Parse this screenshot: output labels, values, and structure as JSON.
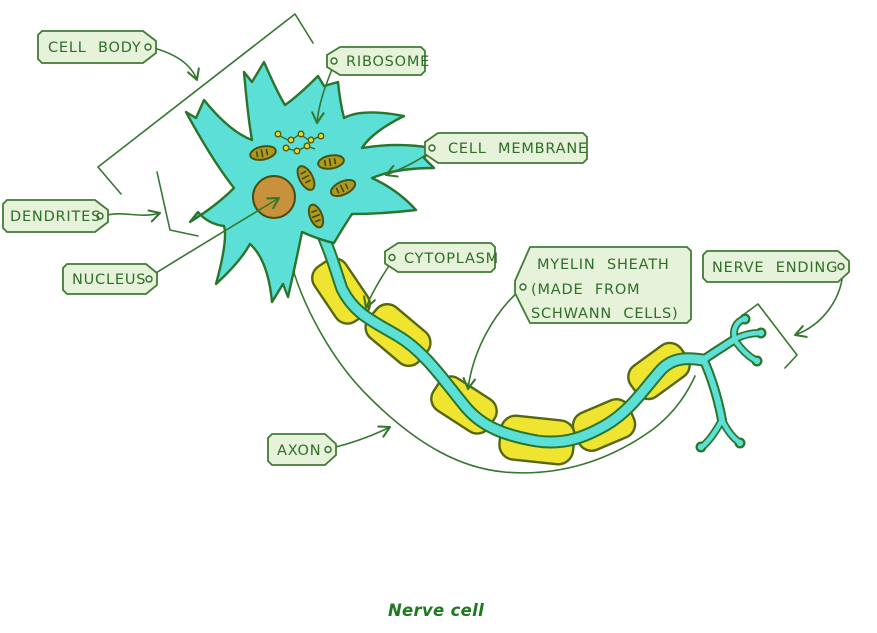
{
  "caption": "Nerve cell",
  "labels": {
    "cell_body": "CELL BODY",
    "ribosome": "RIBOSOME",
    "cell_membrane": "CELL MEMBRANE",
    "dendrites": "DENDRITES",
    "nucleus": "NUCLEUS",
    "cytoplasm": "CYTOPLASM",
    "myelin_line1": "MYELIN SHEATH",
    "myelin_line2": "(MADE FROM",
    "myelin_line3": "SCHWANN CELLS)",
    "nerve_ending": "NERVE ENDING",
    "axon": "AXON"
  },
  "colors": {
    "ink_green": "#35772e",
    "tag_fill": "#e6f2d9",
    "tag_border": "#417c36",
    "tag_text": "#2e6e29",
    "cell_fill": "#5bdfd6",
    "cell_outline": "#2a742b",
    "myelin_fill": "#efe42f",
    "myelin_outline": "#55680f",
    "nucleus_fill": "#c8913c",
    "organelle_fill": "#ad9b1e",
    "ribosome_bead": "#e5d62b",
    "caption_color": "#1e7a1e"
  }
}
